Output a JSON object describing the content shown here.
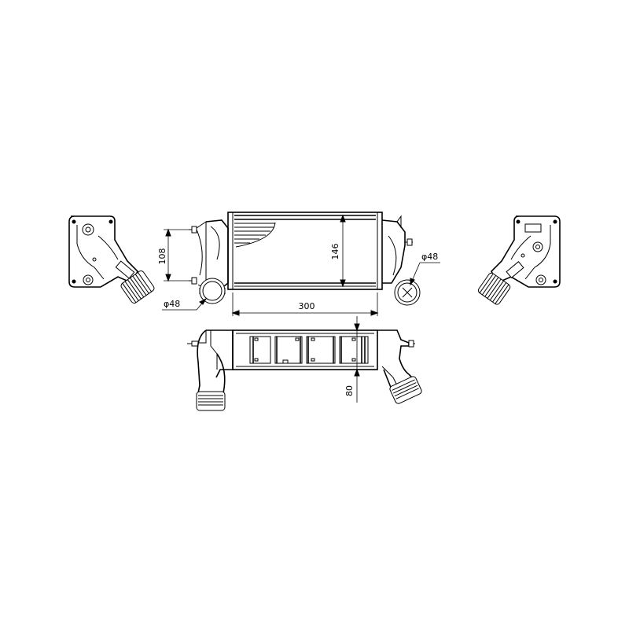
{
  "dimensions": {
    "height_outlet_spacing": "108",
    "core_height": "146",
    "core_width": "300",
    "pipe_diameter_right": "φ48",
    "pipe_diameter_left": "φ48",
    "core_depth": "80"
  },
  "colors": {
    "line": "#000000",
    "background": "#ffffff"
  }
}
